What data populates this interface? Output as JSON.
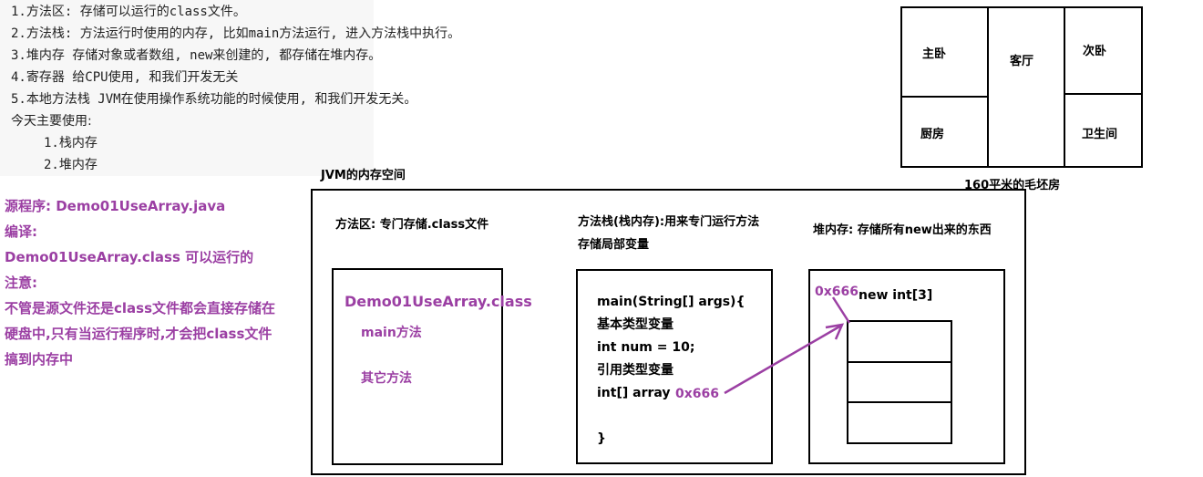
{
  "notes": {
    "items": [
      "1.方法区: 存储可以运行的class文件。",
      "2.方法栈: 方法运行时使用的内存, 比如main方法运行, 进入方法栈中执行。",
      "3.堆内存 存储对象或者数组, new来创建的, 都存储在堆内存。",
      "4.寄存器 给CPU使用, 和我们开发无关",
      "5.本地方法栈 JVM在使用操作系统功能的时候使用, 和我们开发无关。"
    ],
    "today": "今天主要使用:",
    "sub": [
      "1.栈内存",
      "2.堆内存"
    ]
  },
  "floorplan": {
    "rooms": [
      "主卧",
      "客厅",
      "次卧",
      "厨房",
      "卫生间"
    ],
    "caption": "160平米的毛坯房"
  },
  "left_notes": [
    "源程序: Demo01UseArray.java",
    "编译:",
    "Demo01UseArray.class 可以运行的",
    "注意:",
    "不管是源文件还是class文件都会直接存储在",
    "硬盘中,只有当运行程序时,才会把class文件",
    "搞到内存中"
  ],
  "jvm": {
    "title": "JVM的内存空间",
    "method_area_title": "方法区: 专门存储.class文件",
    "stack_title_1": "方法栈(栈内存):用来专门运行方法",
    "stack_title_2": "存储局部变量",
    "heap_title": "堆内存: 存储所有new出来的东西",
    "class_name": "Demo01UseArray.class",
    "main_method": "main方法",
    "other_methods": "其它方法",
    "stack_lines": [
      "main(String[] args){",
      "基本类型变量",
      "int num = 10;",
      "引用类型变量",
      "int[] array"
    ],
    "closing_brace": "}",
    "array_ref": "0x666",
    "heap_addr": "0x666",
    "heap_label": "new int[3]",
    "array_length": 3
  },
  "colors": {
    "accent": "#9b3fa3"
  }
}
